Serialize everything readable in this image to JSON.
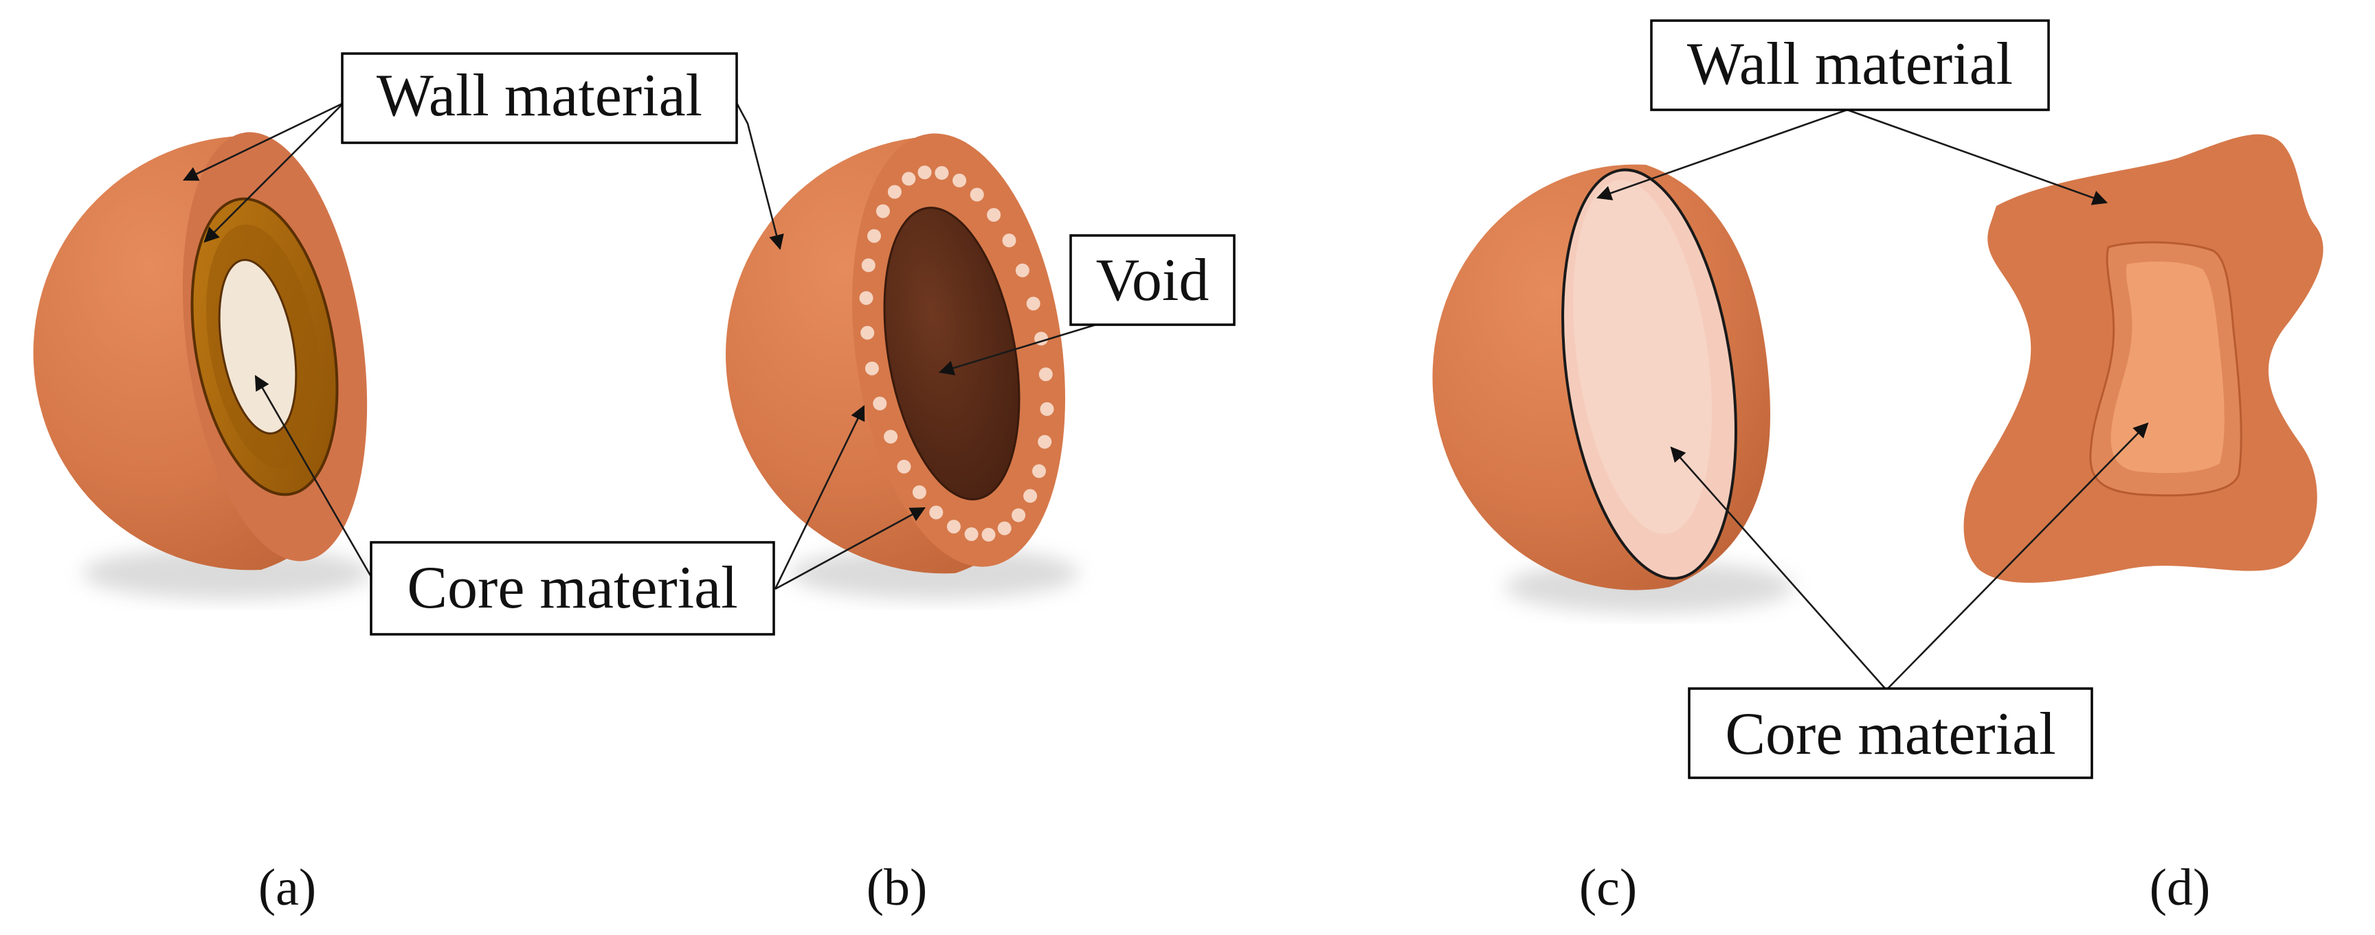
{
  "labels": {
    "wall_material": "Wall material",
    "core_material": "Core material",
    "void": "Void"
  },
  "panels": [
    "(a)",
    "(b)",
    "(c)",
    "(d)"
  ],
  "colors": {
    "wall": "#d6784a",
    "wall_dark": "#c86a3c",
    "core_ring": "#a46208",
    "core_light": "#f2e6d6",
    "void": "#5c2c17",
    "pores": "#f5d4c2",
    "core_pink": "#f5ccbc",
    "core_peach": "#f0a070",
    "outline": "#000000"
  }
}
